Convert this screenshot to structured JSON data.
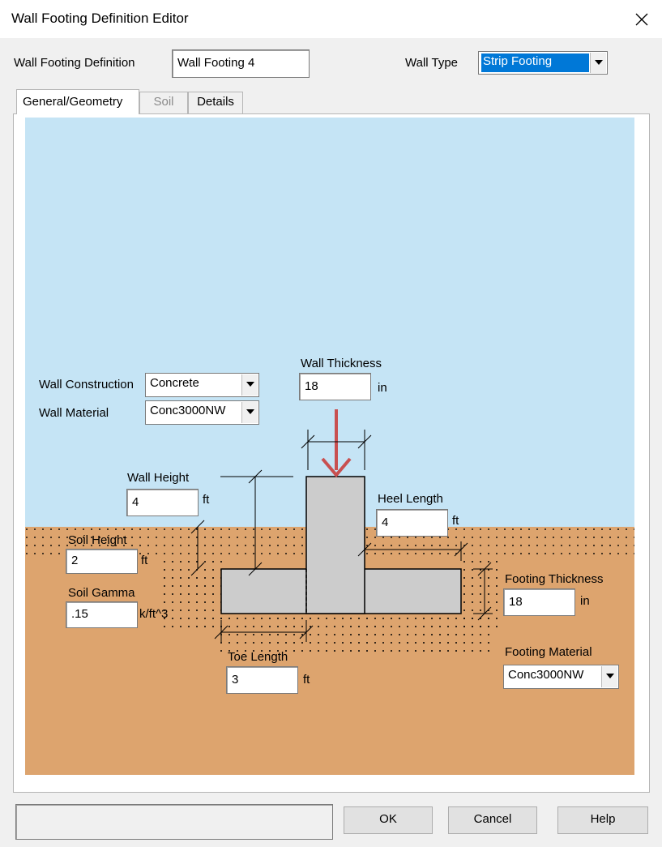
{
  "window": {
    "title": "Wall Footing Definition Editor"
  },
  "header": {
    "definition_label": "Wall Footing Definition",
    "definition_value": "Wall Footing 4",
    "wall_type_label": "Wall Type",
    "wall_type_value": "Strip Footing"
  },
  "tabs": [
    {
      "label": "General/Geometry",
      "state": "active"
    },
    {
      "label": "Soil",
      "state": "disabled"
    },
    {
      "label": "Details",
      "state": "normal"
    }
  ],
  "colors": {
    "sky": "#c5e4f5",
    "soil": "#dda46e",
    "concrete": "#cccccc",
    "load_arrow": "#c85050",
    "selection": "#0078d7"
  },
  "geometry": {
    "wall_construction_label": "Wall Construction",
    "wall_construction_value": "Concrete",
    "wall_material_label": "Wall Material",
    "wall_material_value": "Conc3000NW",
    "wall_thickness_label": "Wall Thickness",
    "wall_thickness_value": "18",
    "wall_thickness_unit": "in",
    "wall_height_label": "Wall Height",
    "wall_height_value": "4",
    "wall_height_unit": "ft",
    "heel_length_label": "Heel Length",
    "heel_length_value": "4",
    "heel_length_unit": "ft",
    "soil_height_label": "Soil Height",
    "soil_height_value": "2",
    "soil_height_unit": "ft",
    "soil_gamma_label": "Soil Gamma",
    "soil_gamma_value": ".15",
    "soil_gamma_unit": "k/ft^3",
    "footing_thickness_label": "Footing Thickness",
    "footing_thickness_value": "18",
    "footing_thickness_unit": "in",
    "toe_length_label": "Toe Length",
    "toe_length_value": "3",
    "toe_length_unit": "ft",
    "footing_material_label": "Footing Material",
    "footing_material_value": "Conc3000NW"
  },
  "footer": {
    "status_text": "",
    "ok_label": "OK",
    "cancel_label": "Cancel",
    "help_label": "Help"
  }
}
